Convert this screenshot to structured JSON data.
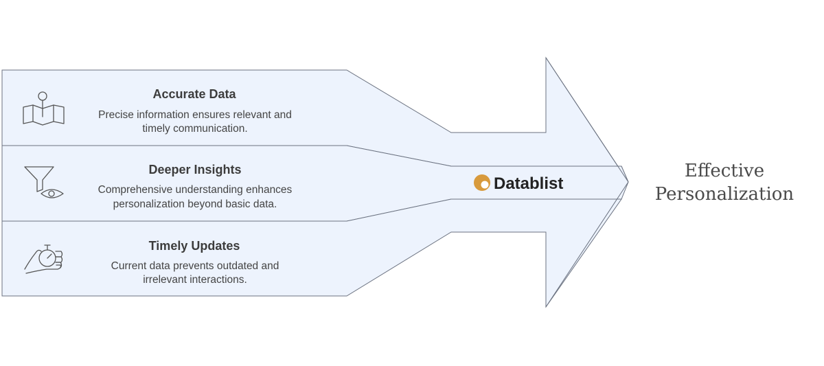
{
  "brand": {
    "name": "Datablist",
    "logo_color": "#D89A3C"
  },
  "colors": {
    "fill": "#EDF3FD",
    "stroke": "#6B7280"
  },
  "items": [
    {
      "title": "Accurate Data",
      "desc_line1": "Precise information ensures relevant and",
      "desc_line2": "timely communication.",
      "icon": "map-pin-icon"
    },
    {
      "title": "Deeper Insights",
      "desc_line1": "Comprehensive understanding enhances",
      "desc_line2": "personalization beyond basic data.",
      "icon": "funnel-eye-icon"
    },
    {
      "title": "Timely Updates",
      "desc_line1": "Current data prevents outdated and",
      "desc_line2": "irrelevant interactions.",
      "icon": "hand-stopwatch-icon"
    }
  ],
  "outcome": {
    "line1": "Effective",
    "line2": "Personalization"
  }
}
